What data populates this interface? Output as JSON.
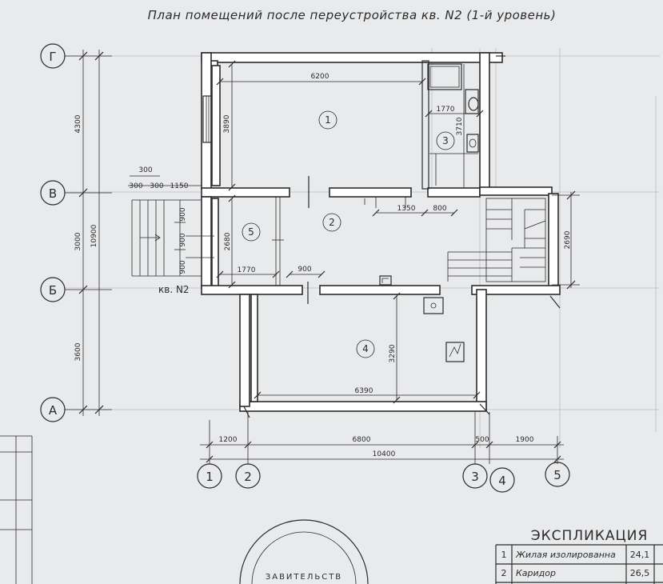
{
  "title": "План помещений после переустройства кв. N2 (1-й уровень)",
  "axes_letters": [
    "Г",
    "В",
    "Б",
    "А"
  ],
  "axes_numbers": [
    "1",
    "2",
    "3",
    "4",
    "5"
  ],
  "left_dims": {
    "g_to_v": "4300",
    "v_to_b": "3000",
    "b_to_a": "3600",
    "total": "10900"
  },
  "stair_dims": {
    "top_300": "300",
    "row_300a": "300",
    "row_300b": "300",
    "row_1150": "1150",
    "v900a": "900",
    "v900b": "900",
    "v900c": "900"
  },
  "room_dims": {
    "room1_width": "6200",
    "room1_height": "3890",
    "room3_width": "1770",
    "room3_height": "3710",
    "room5_width": "1770",
    "room5_height": "2680",
    "door_900": "900",
    "corr_1350": "1350",
    "corr_800": "800",
    "stair_2690": "2690",
    "room4_height": "3290",
    "room4_width": "6390"
  },
  "bottom_dims": {
    "seg1": "1200",
    "seg2": "6800",
    "seg3": "500",
    "seg4": "1900",
    "total": "10400"
  },
  "room_numbers": [
    "1",
    "2",
    "3",
    "4",
    "5"
  ],
  "apartment_label": "кв. N2",
  "explication": {
    "title": "ЭКСПЛИКАЦИЯ",
    "rows": [
      {
        "num": "1",
        "name": "Жилая изолированна",
        "area": "24,1"
      },
      {
        "num": "2",
        "name": "Каридор",
        "area": "26,5"
      }
    ]
  },
  "stamp_text": "ЗАВИТЕЛЬСТВ"
}
